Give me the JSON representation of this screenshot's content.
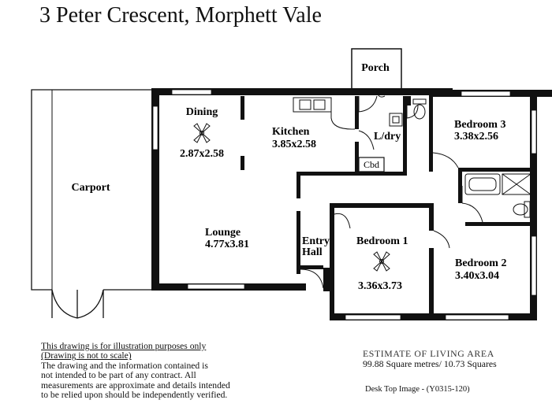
{
  "title": "3 Peter Crescent, Morphett Vale",
  "rooms": {
    "porch": {
      "name": "Porch"
    },
    "carport": {
      "name": "Carport"
    },
    "dining": {
      "name": "Dining",
      "dim": "2.87x2.58"
    },
    "kitchen": {
      "name": "Kitchen",
      "dim": "3.85x2.58"
    },
    "laundry": {
      "name": "L/dry"
    },
    "cupboard": {
      "name": "Cbd"
    },
    "bedroom3": {
      "name": "Bedroom 3",
      "dim": "3.38x2.56"
    },
    "lounge": {
      "name": "Lounge",
      "dim": "4.77x3.81"
    },
    "entry": {
      "name_line1": "Entry",
      "name_line2": "Hall"
    },
    "bedroom1": {
      "name": "Bedroom 1",
      "dim": "3.36x3.73"
    },
    "bedroom2": {
      "name": "Bedroom 2",
      "dim": "3.40x3.04"
    }
  },
  "disclaimer": {
    "line1": "This drawing is for illustration purposes only",
    "line2": "(Drawing is not to scale)",
    "line3": "The drawing and the information contained is",
    "line4": "not intended to be part of any contract.  All",
    "line5": "measurements are approximate and details intended",
    "line6": "to be relied upon should be independently verified."
  },
  "estimate": {
    "heading": "ESTIMATE OF LIVING AREA",
    "area": "99.88 Square metres/  10.73 Squares"
  },
  "reference": "Desk Top Image - (Y0315-120)"
}
